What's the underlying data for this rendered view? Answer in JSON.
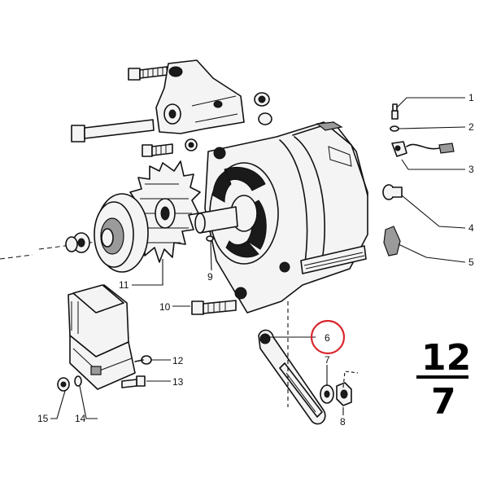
{
  "diagram": {
    "page_number": {
      "top": "12",
      "bottom": "7"
    },
    "callouts": [
      {
        "id": "c1",
        "label": "1"
      },
      {
        "id": "c2",
        "label": "2"
      },
      {
        "id": "c3",
        "label": "3"
      },
      {
        "id": "c4",
        "label": "4"
      },
      {
        "id": "c5",
        "label": "5"
      },
      {
        "id": "c6",
        "label": "6"
      },
      {
        "id": "c7",
        "label": "7"
      },
      {
        "id": "c8",
        "label": "8"
      },
      {
        "id": "c9",
        "label": "9"
      },
      {
        "id": "c10",
        "label": "10"
      },
      {
        "id": "c11",
        "label": "11"
      },
      {
        "id": "c12",
        "label": "12"
      },
      {
        "id": "c13",
        "label": "13"
      },
      {
        "id": "c14",
        "label": "14"
      },
      {
        "id": "c15",
        "label": "15"
      }
    ],
    "highlight": {
      "callout": "6",
      "color": "#d9262c"
    }
  }
}
